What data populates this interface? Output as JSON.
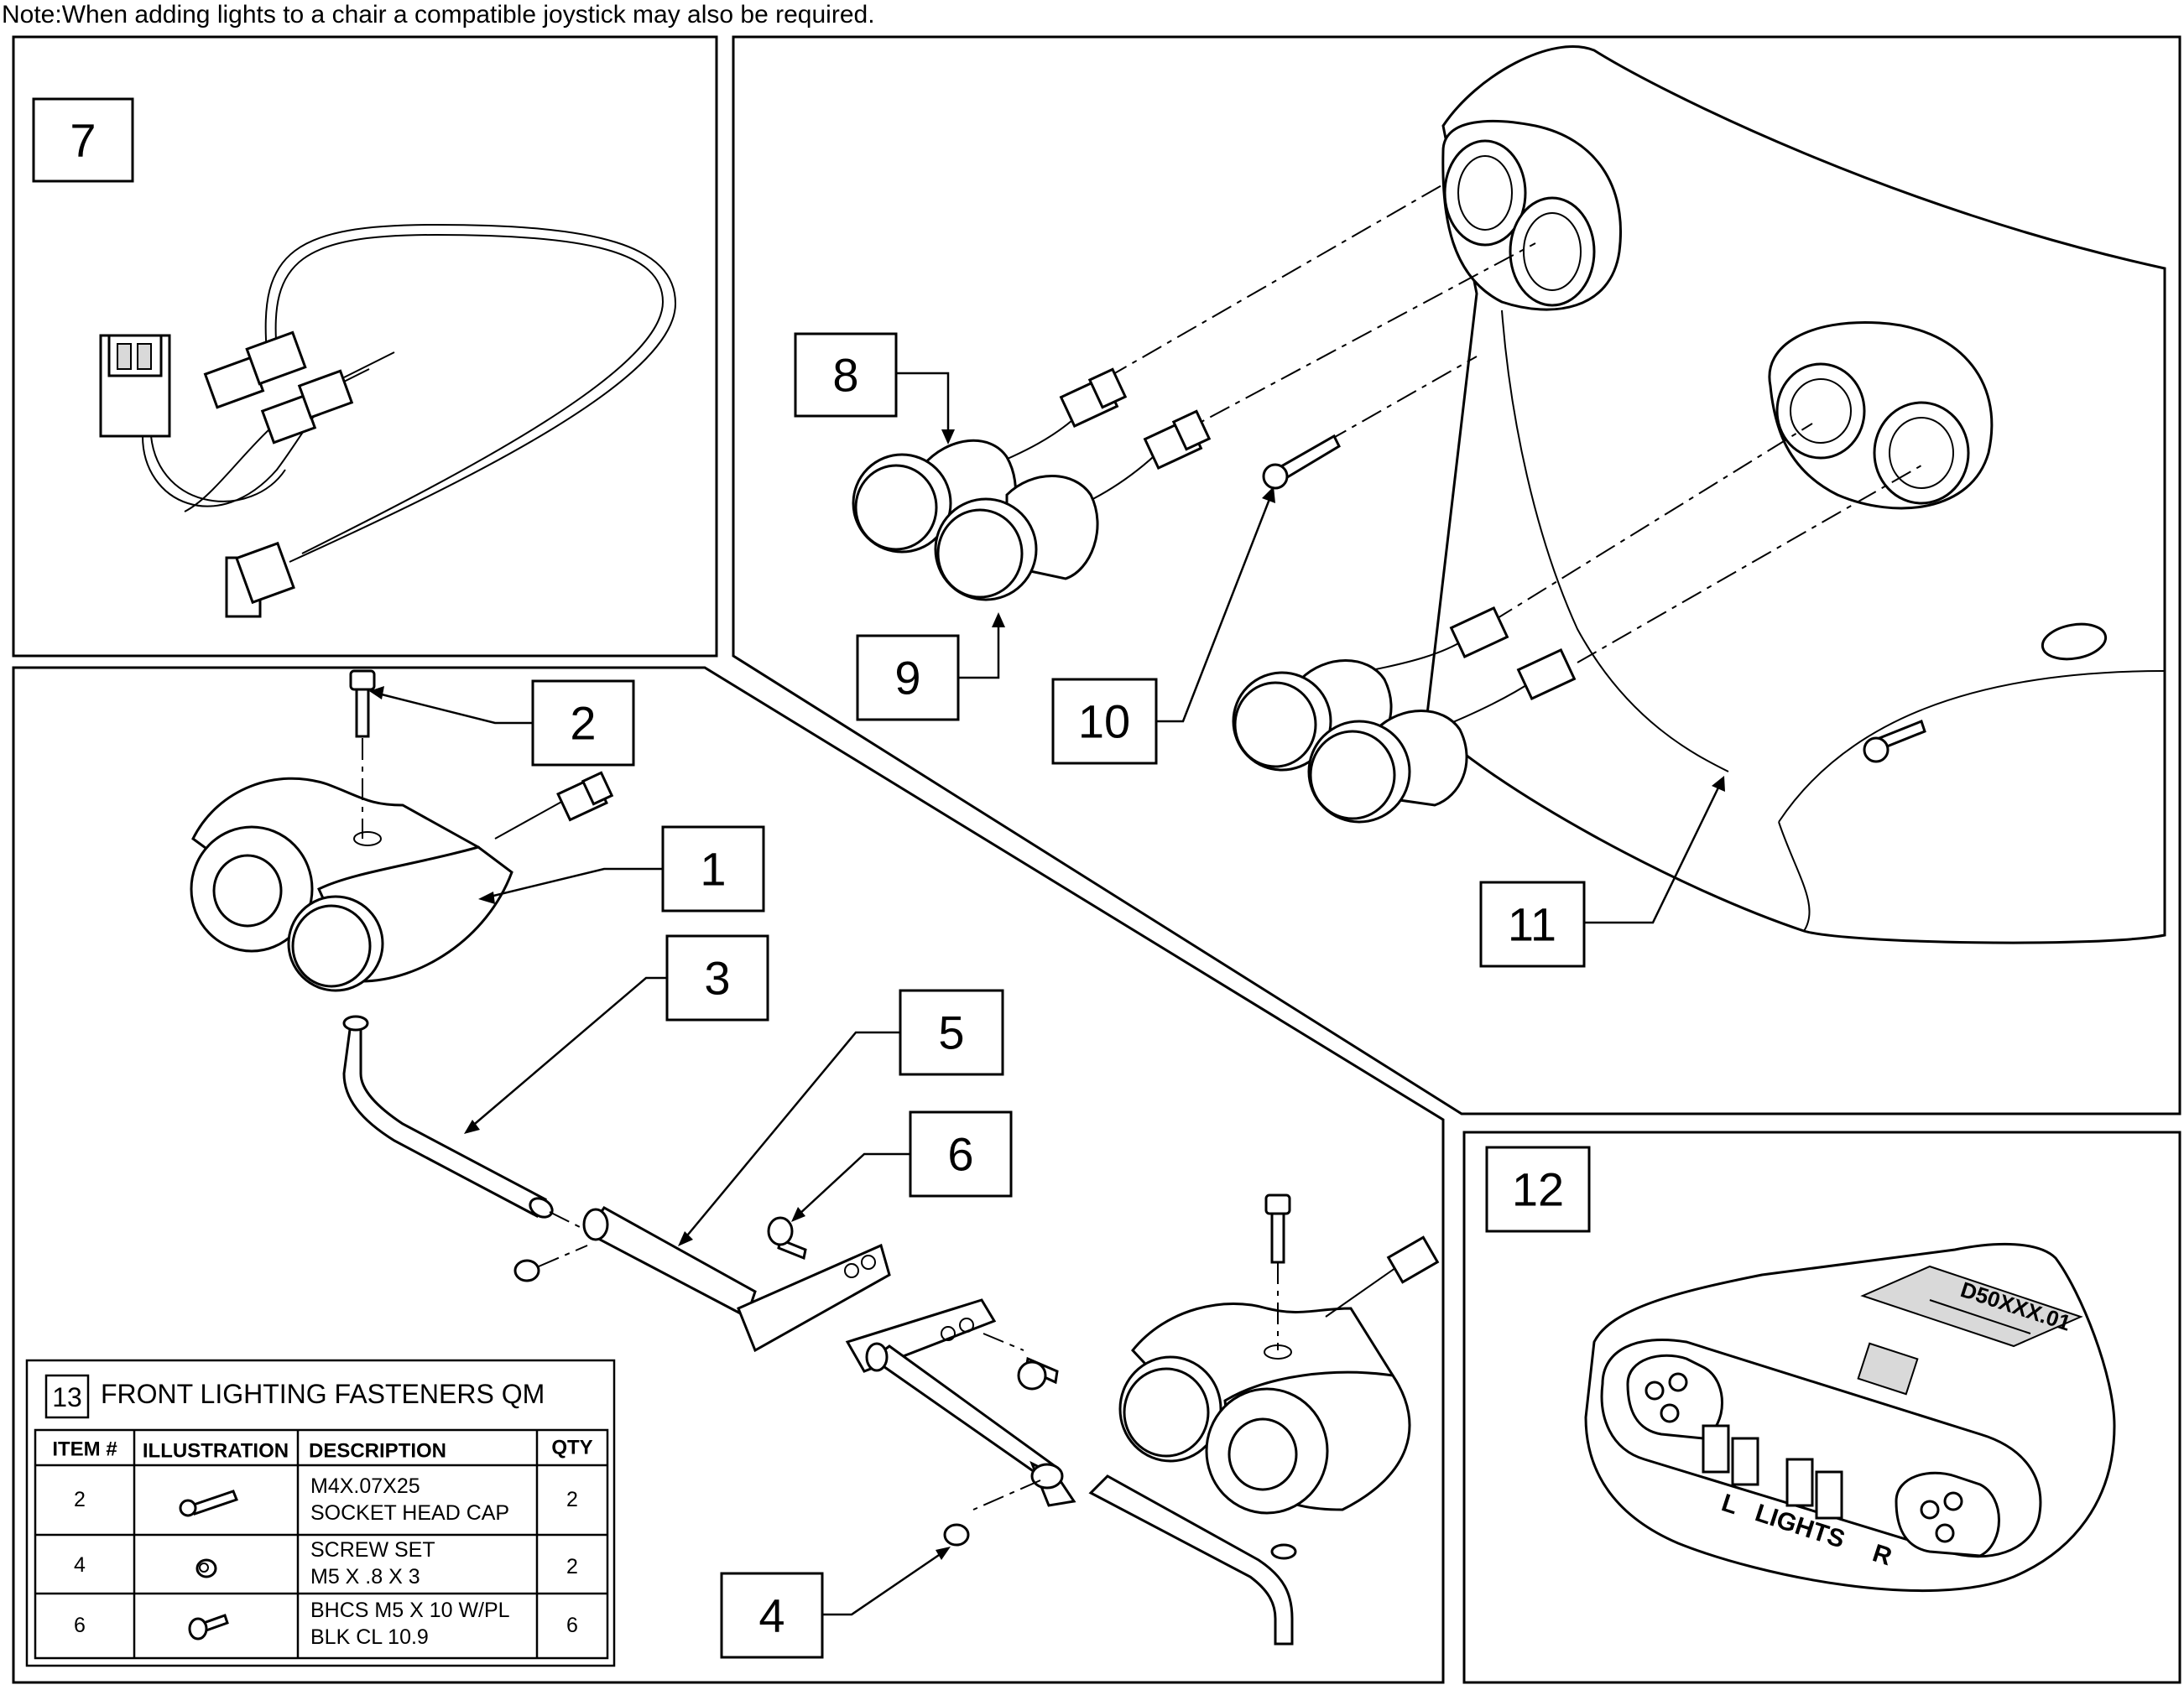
{
  "note": "Note:When adding lights to a chair a compatible joystick may also be required.",
  "callouts": [
    {
      "id": "c1",
      "label": "1"
    },
    {
      "id": "c2",
      "label": "2"
    },
    {
      "id": "c3",
      "label": "3"
    },
    {
      "id": "c4",
      "label": "4"
    },
    {
      "id": "c5",
      "label": "5"
    },
    {
      "id": "c6",
      "label": "6"
    },
    {
      "id": "c7",
      "label": "7"
    },
    {
      "id": "c8",
      "label": "8"
    },
    {
      "id": "c9",
      "label": "9"
    },
    {
      "id": "c10",
      "label": "10"
    },
    {
      "id": "c11",
      "label": "11"
    },
    {
      "id": "c12",
      "label": "12"
    }
  ],
  "module_label": {
    "part_number": "D50XXX.01",
    "left": "L",
    "lights": "LIGHTS",
    "right": "R"
  },
  "fastener_table": {
    "number": "13",
    "title": "FRONT LIGHTING FASTENERS QM",
    "headers": {
      "item": "ITEM #",
      "illustration": "ILLUSTRATION",
      "description": "DESCRIPTION",
      "qty": "QTY"
    },
    "rows": [
      {
        "item": "2",
        "illustration": "socket-head-cap-screw-icon",
        "description_line1": "M4X.07X25",
        "description_line2": "SOCKET HEAD CAP",
        "qty": "2"
      },
      {
        "item": "4",
        "illustration": "set-screw-icon",
        "description_line1": "SCREW SET",
        "description_line2": "M5 X .8 X 3",
        "qty": "2"
      },
      {
        "item": "6",
        "illustration": "button-head-screw-icon",
        "description_line1": "BHCS M5 X 10 W/PL",
        "description_line2": "BLK CL 10.9",
        "qty": "6"
      }
    ]
  }
}
